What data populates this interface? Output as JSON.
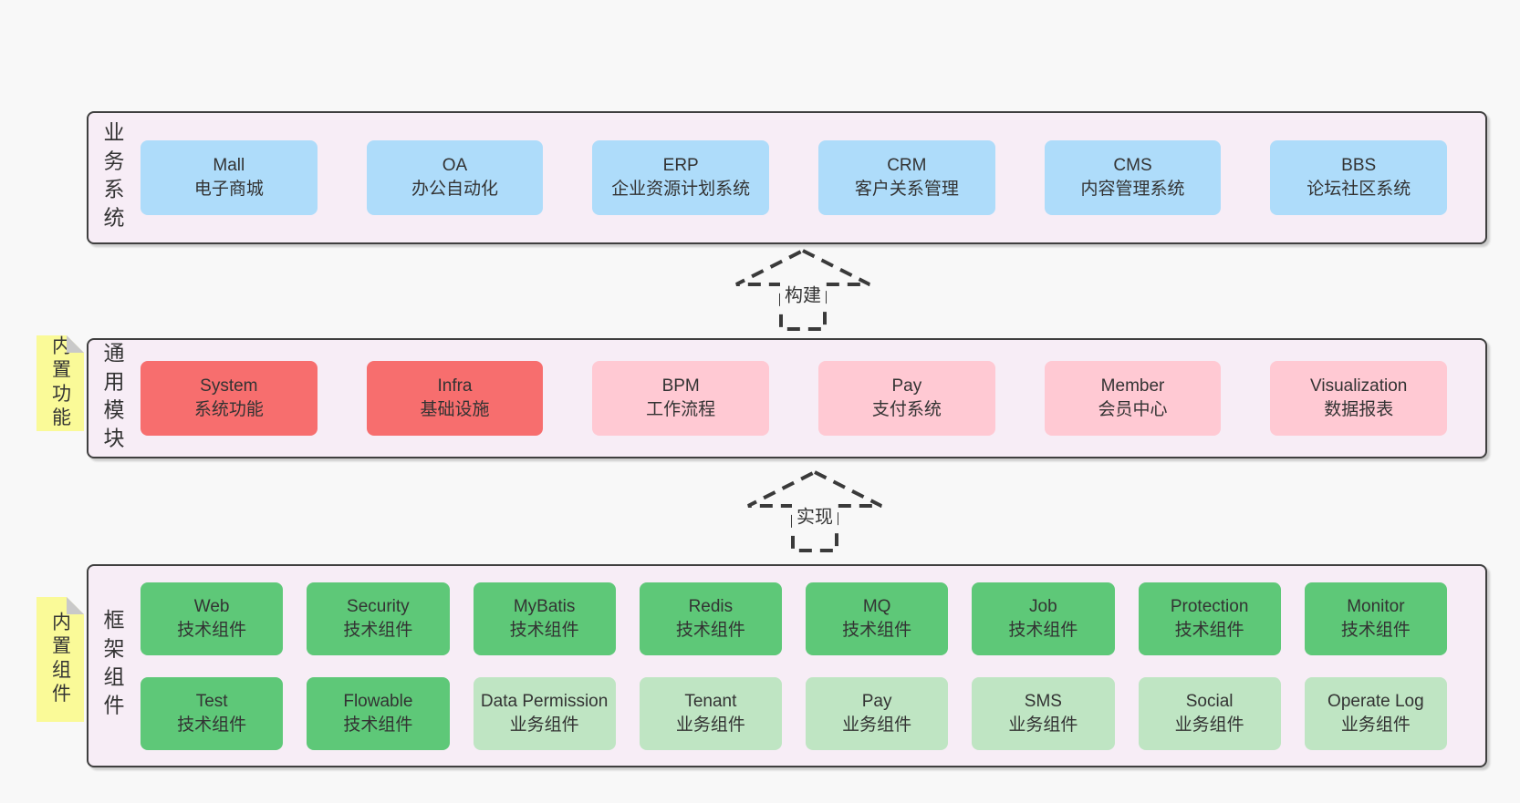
{
  "colors": {
    "background": "#f8f8f8",
    "band_bg": "#f7edf6",
    "band_border": "#3f3f3f",
    "blue": "#aedcfa",
    "red": "#f76e6e",
    "pink": "#ffc9d3",
    "green": "#5ec878",
    "green_light": "#bfe5c3",
    "note_yellow": "#fafa98",
    "note_fold": "#c9c9c9",
    "text": "#333333"
  },
  "arrows": {
    "build": "构建",
    "implement": "实现"
  },
  "notes": {
    "modules": "内置功能",
    "components": "内置组件"
  },
  "layers": {
    "business": {
      "label": "业务系统",
      "items": [
        {
          "en": "Mall",
          "zh": "电子商城",
          "tone": "blue"
        },
        {
          "en": "OA",
          "zh": "办公自动化",
          "tone": "blue"
        },
        {
          "en": "ERP",
          "zh": "企业资源计划系统",
          "tone": "blue"
        },
        {
          "en": "CRM",
          "zh": "客户关系管理",
          "tone": "blue"
        },
        {
          "en": "CMS",
          "zh": "内容管理系统",
          "tone": "blue"
        },
        {
          "en": "BBS",
          "zh": "论坛社区系统",
          "tone": "blue"
        }
      ]
    },
    "modules": {
      "label": "通用模块",
      "items": [
        {
          "en": "System",
          "zh": "系统功能",
          "tone": "red"
        },
        {
          "en": "Infra",
          "zh": "基础设施",
          "tone": "red"
        },
        {
          "en": "BPM",
          "zh": "工作流程",
          "tone": "pink"
        },
        {
          "en": "Pay",
          "zh": "支付系统",
          "tone": "pink"
        },
        {
          "en": "Member",
          "zh": "会员中心",
          "tone": "pink"
        },
        {
          "en": "Visualization",
          "zh": "数据报表",
          "tone": "pink"
        }
      ]
    },
    "components": {
      "label": "框架组件",
      "items": [
        {
          "en": "Web",
          "zh": "技术组件",
          "tone": "green"
        },
        {
          "en": "Security",
          "zh": "技术组件",
          "tone": "green"
        },
        {
          "en": "MyBatis",
          "zh": "技术组件",
          "tone": "green"
        },
        {
          "en": "Redis",
          "zh": "技术组件",
          "tone": "green"
        },
        {
          "en": "MQ",
          "zh": "技术组件",
          "tone": "green"
        },
        {
          "en": "Job",
          "zh": "技术组件",
          "tone": "green"
        },
        {
          "en": "Protection",
          "zh": "技术组件",
          "tone": "green"
        },
        {
          "en": "Monitor",
          "zh": "技术组件",
          "tone": "green"
        },
        {
          "en": "Test",
          "zh": "技术组件",
          "tone": "green"
        },
        {
          "en": "Flowable",
          "zh": "技术组件",
          "tone": "green"
        },
        {
          "en": "Data Permission",
          "zh": "业务组件",
          "tone": "green-light"
        },
        {
          "en": "Tenant",
          "zh": "业务组件",
          "tone": "green-light"
        },
        {
          "en": "Pay",
          "zh": "业务组件",
          "tone": "green-light"
        },
        {
          "en": "SMS",
          "zh": "业务组件",
          "tone": "green-light"
        },
        {
          "en": "Social",
          "zh": "业务组件",
          "tone": "green-light"
        },
        {
          "en": "Operate Log",
          "zh": "业务组件",
          "tone": "green-light"
        }
      ]
    }
  }
}
